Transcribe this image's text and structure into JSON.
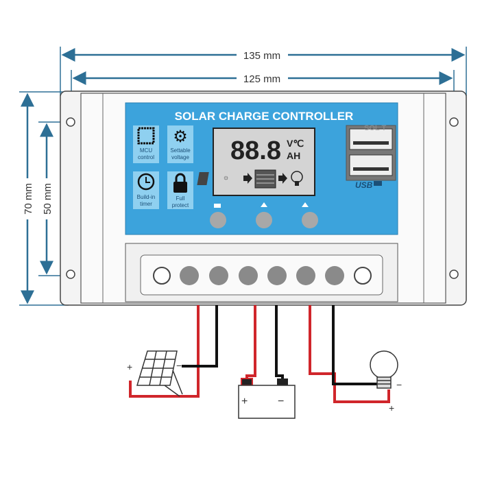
{
  "dimensions": {
    "overall_width": "135 mm",
    "hole_spacing_width": "125 mm",
    "overall_height": "70 mm",
    "hole_spacing_height": "50 mm"
  },
  "panel": {
    "title": "SOLAR CHARGE CONTROLLER",
    "features": [
      {
        "line1": "MCU",
        "line2": "control",
        "icon": "chip-icon"
      },
      {
        "line1": "Settable",
        "line2": "voltage",
        "icon": "gear-icon"
      },
      {
        "line1": "Build-in",
        "line2": "timer",
        "icon": "clock-icon"
      },
      {
        "line1": "Full",
        "line2": "protect",
        "icon": "lock-icon"
      }
    ],
    "lcd": {
      "digits": "88.8",
      "unit_top": "V℃",
      "unit_bottom": "AH"
    },
    "usb_label": "USB",
    "watermark": "SOL T"
  },
  "wiring": {
    "solar_plus": "+",
    "solar_minus": "−",
    "battery_plus": "+",
    "battery_minus": "−",
    "load_minus": "−",
    "load_plus": "+"
  },
  "colors": {
    "panel_blue": "#3ca3dc",
    "wire_red": "#d0262b",
    "wire_black": "#111111",
    "dim_blue": "#2d6f95"
  }
}
